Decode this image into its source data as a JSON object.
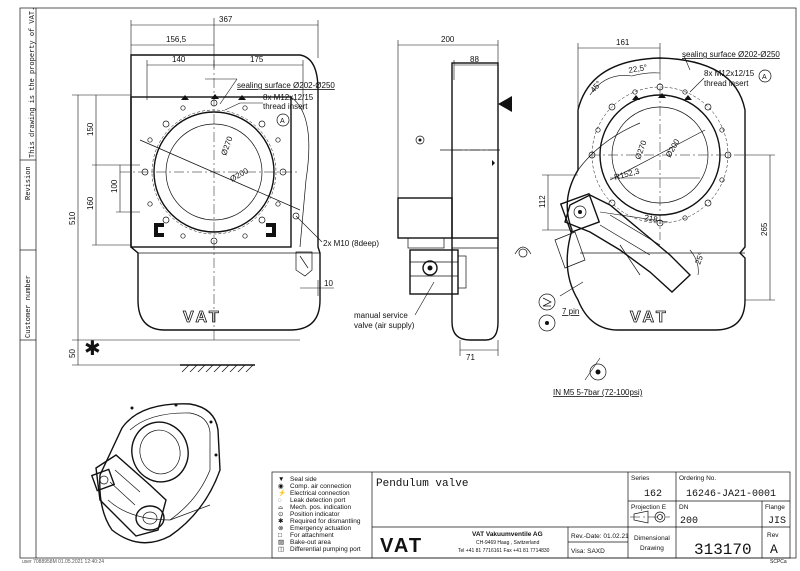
{
  "margin": {
    "property_note": "This drawing is the property of VAT.",
    "revision_label": "Revision",
    "customer_label": "Customer number",
    "footer_stamp": "user 7088958M 01.05.2021 12:40:24"
  },
  "front_view": {
    "dims": {
      "width_total": "367",
      "half_width": "156,5",
      "d140": "140",
      "d175": "175",
      "h510": "510",
      "h150": "150",
      "h160": "160",
      "h100": "100",
      "h50": "50",
      "d10": "10"
    },
    "sealing_surface": "sealing surface Ø202-Ø250",
    "thread_insert_line1": "8x M12x12/15",
    "thread_insert_line2": "thread insert",
    "circle_a": "A",
    "dia_270": "Ø270",
    "dia_200": "Ø200",
    "m10": "2x M10 (8deep)"
  },
  "side_view": {
    "dims": {
      "d200": "200",
      "d88": "88",
      "d71": "71"
    },
    "manual_service_line1": "manual service",
    "manual_service_line2": "valve (air supply)"
  },
  "rear_view": {
    "dims": {
      "d161": "161",
      "ang45": "45°",
      "ang225": "22,5°",
      "r1523": "R152,3",
      "d218": "218",
      "d112": "112",
      "d265": "265",
      "ang25": "25°"
    },
    "sealing_surface": "sealing surface Ø202-Ø250",
    "thread_insert_line1": "8x M12x12/15",
    "thread_insert_line2": "thread insert",
    "circle_a": "A",
    "dia_270": "Ø270",
    "dia_200": "Ø200",
    "pin": "7 pin",
    "in_m5": "IN M5 5-7bar (72-100psi)"
  },
  "legend": {
    "items": [
      "Seal side",
      "Comp. air connection",
      "Electrical connection",
      "Leak detection port",
      "Mech. pos. indication",
      "Position indicator",
      "Required for dismantling",
      "Emergency actuation",
      "For attachment",
      "Bake-out area",
      "Differential pumping port"
    ]
  },
  "title_block": {
    "title": "Pendulum valve",
    "series_label": "Series",
    "series_value": "162",
    "ordering_label": "Ordering No.",
    "ordering_value": "16246-JA21-0001",
    "projection_label": "Projection E",
    "dn_label": "DN",
    "dn_value": "200",
    "flange_label": "Flange",
    "flange_value": "JIS",
    "company": "VAT Vakuumventile AG",
    "address": "CH-9469 Haag , Switzerland",
    "phone": "Tel +41 81 7716161 Fax +41 81 7714830",
    "rev_date": "Rev.-Date: 01.02.21",
    "visa": "Visa: SAXD",
    "doc_type_line1": "Dimensional",
    "doc_type_line2": "Drawing",
    "drawing_number": "313170",
    "rev_label": "Rev",
    "rev_value": "A",
    "logo": "VAT",
    "sheet_tag": "SCPCa"
  }
}
